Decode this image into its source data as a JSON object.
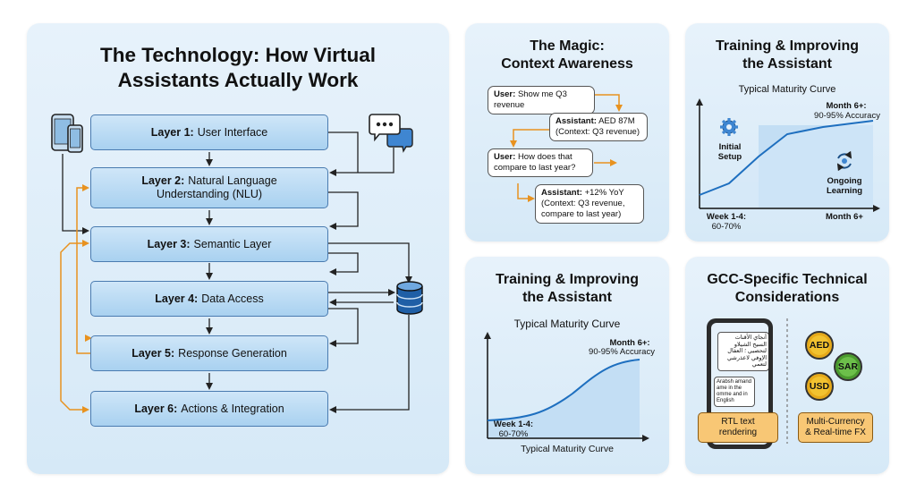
{
  "main": {
    "title_line1": "The Technology: How Virtual",
    "title_line2": "Assistants Actually Work",
    "layers": [
      {
        "num": "Layer 1:",
        "name": "User Interface"
      },
      {
        "num": "Layer 2:",
        "name": "Natural Language",
        "name2": "Understanding (NLU)"
      },
      {
        "num": "Layer 3:",
        "name": "Semantic Layer"
      },
      {
        "num": "Layer 4:",
        "name": "Data Access"
      },
      {
        "num": "Layer 5:",
        "name": "Response Generation"
      },
      {
        "num": "Layer 6:",
        "name": "Actions & Integration"
      }
    ],
    "icons": [
      "devices-icon",
      "chat-bubbles-icon",
      "database-icon"
    ]
  },
  "context": {
    "title_line1": "The Magic:",
    "title_line2": "Context Awareness",
    "messages": [
      {
        "speaker": "User:",
        "text": "Show me Q3 revenue"
      },
      {
        "speaker": "Assistant:",
        "text": "AED 87M",
        "text2": "(Context: Q3 revenue)"
      },
      {
        "speaker": "User:",
        "text": "How does that",
        "text2": "compare to last year?"
      },
      {
        "speaker": "Assistant:",
        "text": "+12% YoY",
        "text2": "(Context: Q3 revenue,",
        "text3": "compare to last year)"
      }
    ]
  },
  "training_top": {
    "title_line1": "Training & Improving",
    "title_line2": "the Assistant",
    "subtitle": "Typical Maturity Curve",
    "peak_label": "Month 6+:",
    "peak_value": "90-95% Accuracy",
    "initial_label1": "Initial",
    "initial_label2": "Setup",
    "ongoing_label1": "Ongoing",
    "ongoing_label2": "Learning",
    "start_label": "Week 1-4:",
    "start_value": "60-70%",
    "end_label": "Month 6+"
  },
  "training_bottom": {
    "title_line1": "Training & Improving",
    "title_line2": "the Assistant",
    "subtitle": "Typical Maturity Curve",
    "peak_label": "Month 6+:",
    "peak_value": "90-95% Accuracy",
    "start_label": "Week 1-4:",
    "start_value": "60-70%",
    "xlabel": "Typical Maturity Curve"
  },
  "gcc": {
    "title_line1": "GCC-Specific Technical",
    "title_line2": "Considerations",
    "arabic_lines": [
      "أنجاي الأقنات",
      "السيح الشيلاو",
      "لتحصيي ؛ العفال",
      "الإوفي لاعذرشي",
      "لتعمي"
    ],
    "english_lines": [
      "Arabsh amand",
      "ame in the",
      "omme and in",
      "English"
    ],
    "rtl_label1": "RTL text",
    "rtl_label2": "rendering",
    "currencies": [
      "AED",
      "SAR",
      "USD"
    ],
    "fx_label1": "Multi-Currency",
    "fx_label2": "& Real-time FX",
    "colors": {
      "accent_orange": "#e8921f",
      "coin_gold": "#f2c230",
      "label_bg": "#f8c775"
    }
  }
}
